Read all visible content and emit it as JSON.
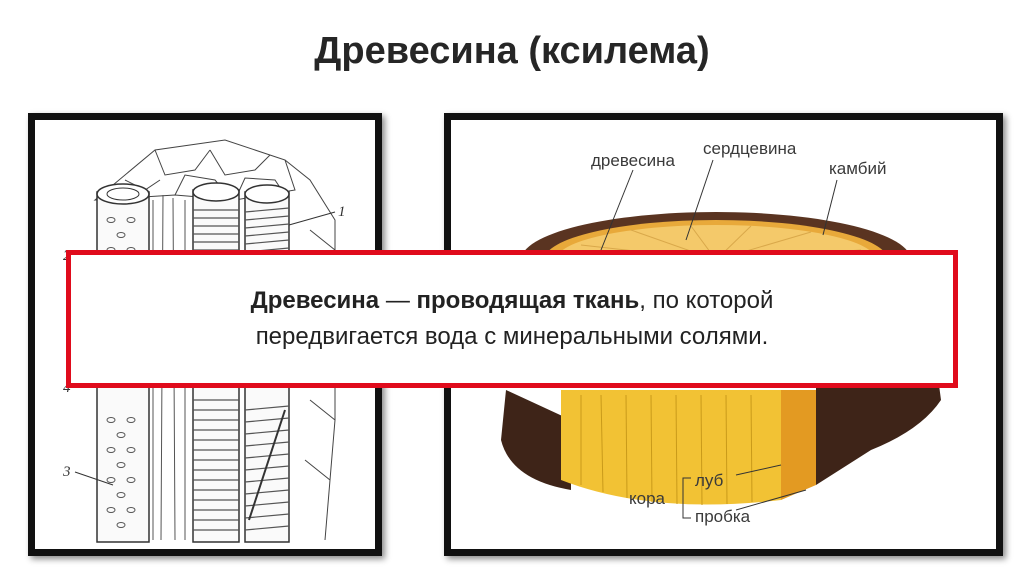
{
  "slide": {
    "title": "Древесина (ксилема)"
  },
  "left_figure": {
    "numbers": [
      "1",
      "2",
      "3",
      "4"
    ]
  },
  "right_figure": {
    "labels": {
      "wood": "древесина",
      "pith": "сердцевина",
      "cambium": "камбий",
      "bark": "кора",
      "phloem": "луб",
      "cork": "пробка"
    }
  },
  "callout": {
    "term": "Древесина",
    "dash": " — ",
    "bold_phrase": "проводящая ткань",
    "rest_line1": ", по которой",
    "line2": "передвигается вода с минеральными солями."
  },
  "colors": {
    "accent_red": "#e00b1c",
    "frame_black": "#111111",
    "wood_yellow": "#f4c430",
    "bark_brown": "#4a2c1c"
  }
}
